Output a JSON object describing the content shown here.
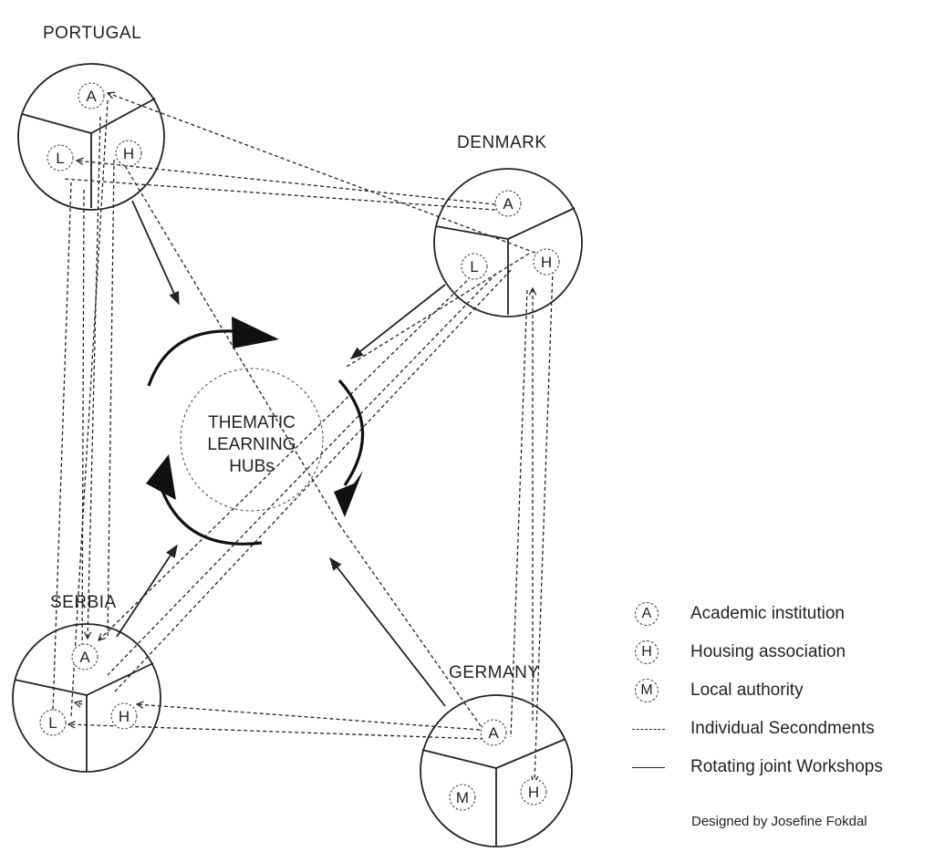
{
  "countries": {
    "portugal": "PORTUGAL",
    "denmark": "DENMARK",
    "serbia": "SERBIA",
    "germany": "GERMANY"
  },
  "hub": {
    "line1": "THEMATIC",
    "line2": "LEARNING",
    "line3": "HUBs"
  },
  "markers": {
    "A": "A",
    "H": "H",
    "L": "L",
    "M": "M"
  },
  "legend": [
    {
      "symbol": "A",
      "label": "Academic institution"
    },
    {
      "symbol": "H",
      "label": "Housing association"
    },
    {
      "symbol": "M",
      "label": "Local authority"
    },
    {
      "symbol": "dashed-line",
      "label": "Individual Secondments"
    },
    {
      "symbol": "solid-line",
      "label": "Rotating joint Workshops"
    }
  ],
  "credit": "Designed by Josefine Fokdal"
}
